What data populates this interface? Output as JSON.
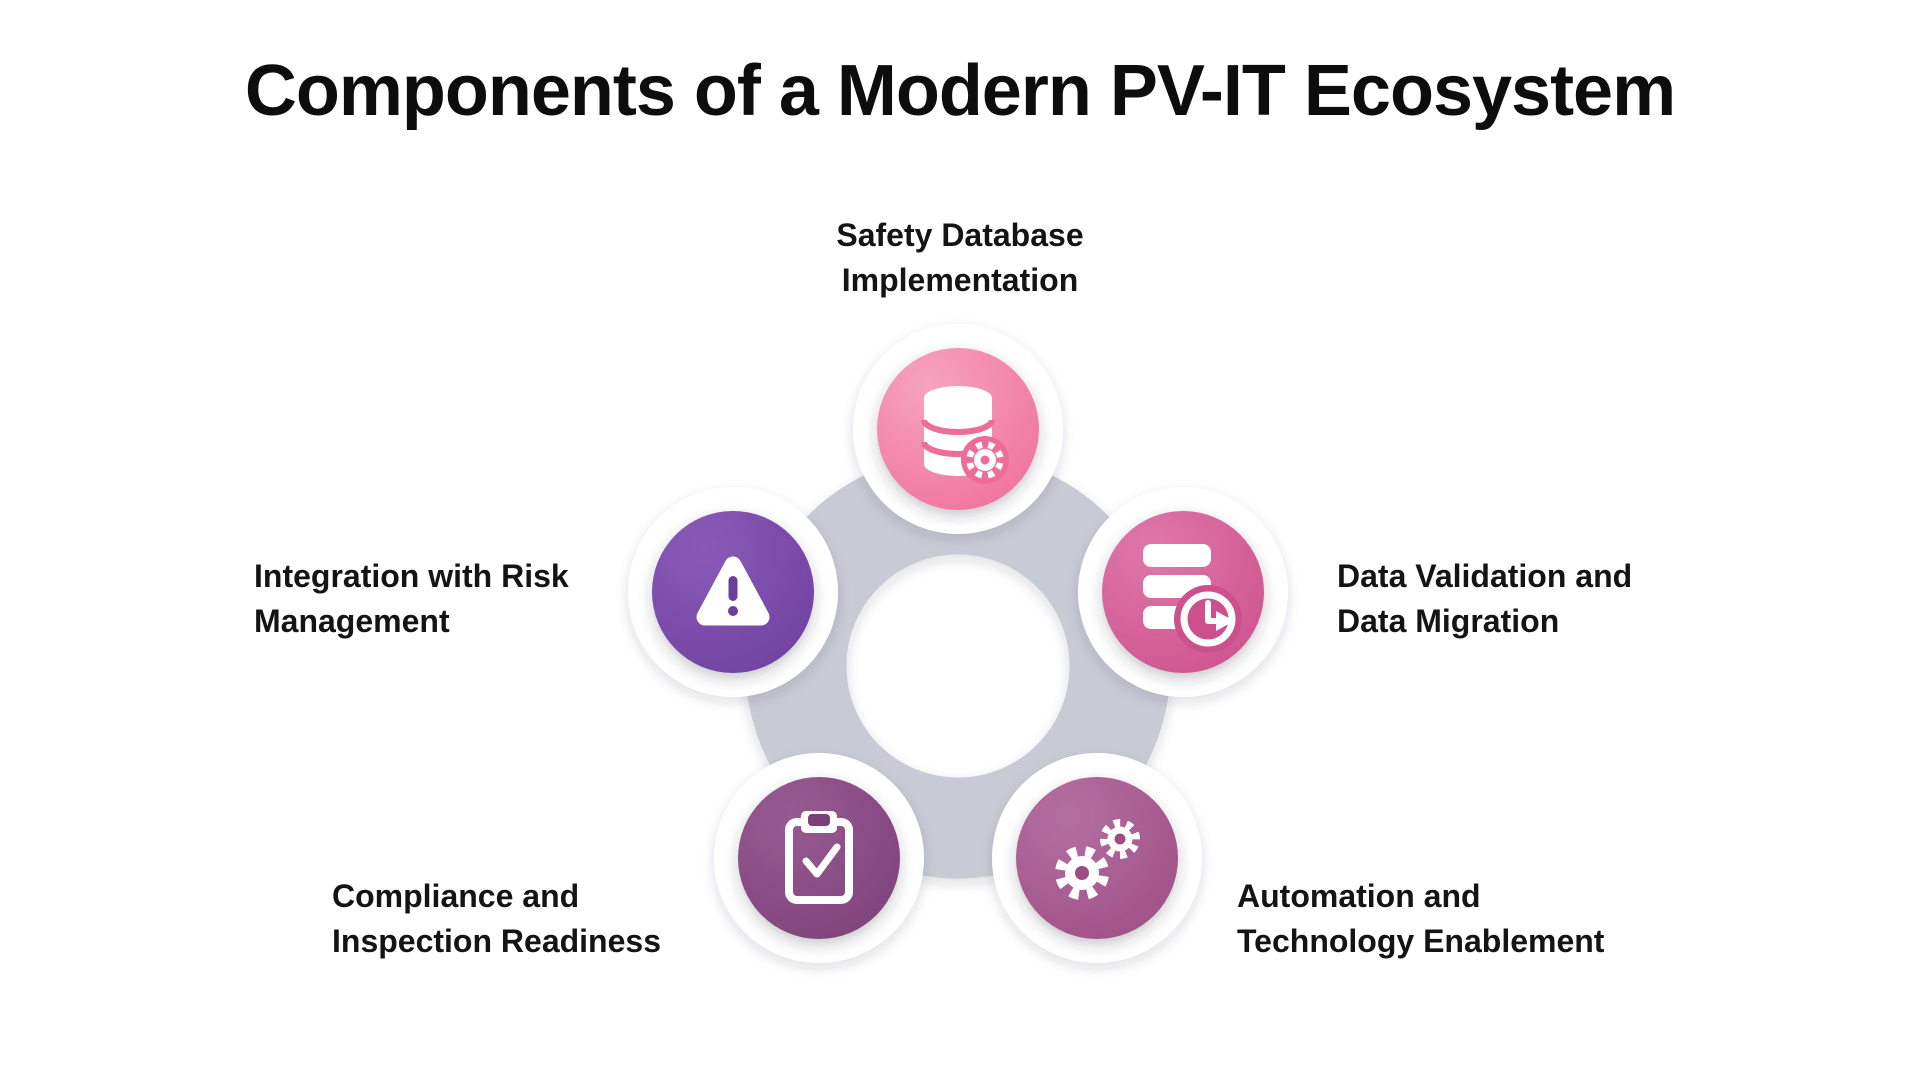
{
  "title": "Components of a Modern PV-IT Ecosystem",
  "ring_color": "#c8cbd5",
  "nodes": [
    {
      "id": "safety-database-implementation",
      "label_lines": [
        "Safety Database",
        "Implementation"
      ],
      "icon": "database-gear-icon",
      "color_light": "#f7a3c0",
      "color_main": "#ee6d98"
    },
    {
      "id": "data-validation-and-data-migration",
      "label_lines": [
        "Data Validation and",
        "Data Migration"
      ],
      "icon": "database-clock-icon",
      "color_light": "#de78a9",
      "color_main": "#cd4f8c"
    },
    {
      "id": "automation-and-technology-enablement",
      "label_lines": [
        "Automation and",
        "Technology Enablement"
      ],
      "icon": "gears-icon",
      "color_light": "#b36fa2",
      "color_main": "#9e4d83"
    },
    {
      "id": "compliance-and-inspection-readiness",
      "label_lines": [
        "Compliance and",
        "Inspection Readiness"
      ],
      "icon": "clipboard-check-icon",
      "color_light": "#985a92",
      "color_main": "#7c4078"
    },
    {
      "id": "integration-with-risk-management",
      "label_lines": [
        "Integration with Risk",
        "Management"
      ],
      "icon": "warning-triangle-icon",
      "color_light": "#8a5ab8",
      "color_main": "#6d3f9d"
    }
  ]
}
